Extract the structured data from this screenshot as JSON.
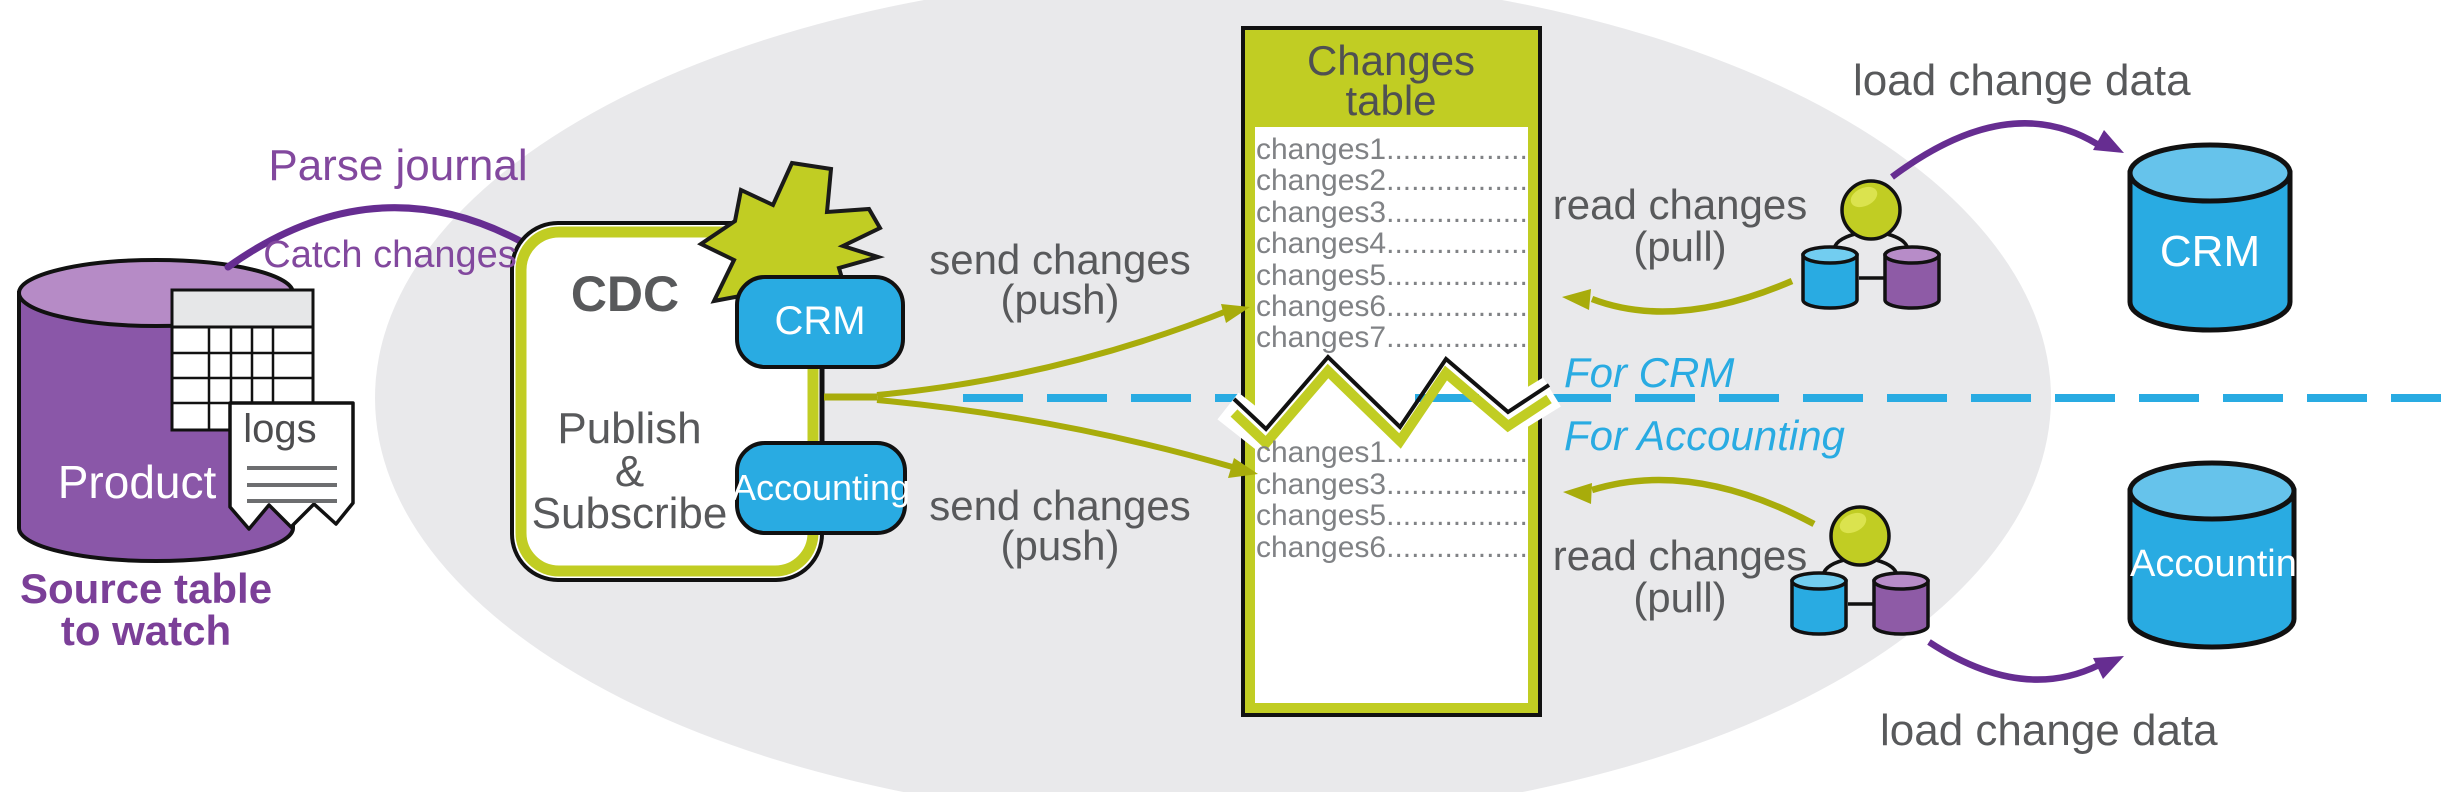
{
  "colors": {
    "yellow_green": "#c1cd23",
    "olive_arrow": "#a8ac0b",
    "cyan": "#29abe2",
    "purple_arrow": "#662d91",
    "purple_text": "#82489e",
    "dark_gray_text": "#58595b",
    "row_gray_text": "#808285",
    "background_blob_gray": "#e9e9eb",
    "db_purple": "#8a57a8"
  },
  "source_table": {
    "cylinder_label": "Product",
    "logs_label": "logs",
    "caption": [
      "Source table",
      "to watch"
    ]
  },
  "capture_labels": {
    "parse_journal": "Parse journal",
    "catch_changes": "Catch changes"
  },
  "cdc": {
    "title": "CDC",
    "subtitle": [
      "Publish",
      "&",
      "Subscribe"
    ],
    "publications": {
      "crm": "CRM",
      "accounting": "Accounting"
    }
  },
  "messages": {
    "send_changes": [
      "send changes",
      "(push)"
    ],
    "read_changes": [
      "read changes",
      "(pull)"
    ],
    "load_change_data": "load change data"
  },
  "changes_table": {
    "title": [
      "Changes",
      "table"
    ],
    "rows_top": [
      "changes1......................",
      "changes2......................",
      "changes3......................",
      "changes4......................",
      "changes5......................",
      "changes6......................",
      "changes7......................"
    ],
    "rows_bottom": [
      "changes1......................",
      "changes3......................",
      "changes5......................",
      "changes6......................"
    ]
  },
  "partitions": {
    "crm": "For CRM",
    "accounting": "For Accounting"
  },
  "targets": {
    "crm": "CRM",
    "accounting": "Accounting"
  }
}
